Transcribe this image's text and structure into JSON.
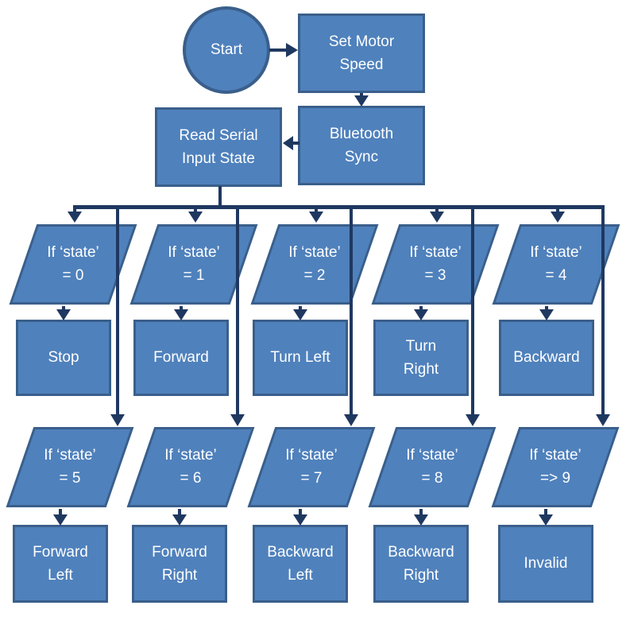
{
  "colors": {
    "shape_fill": "#4f81bc",
    "shape_border": "#3a5f8b",
    "connector": "#1f3860",
    "text": "#ffffff"
  },
  "nodes": {
    "start": "Start",
    "set_motor_speed": "Set Motor\nSpeed",
    "bluetooth_sync": "Bluetooth\nSync",
    "read_serial_input": "Read Serial\nInput State"
  },
  "branches": {
    "row1": [
      {
        "condition": "If ‘state’\n= 0",
        "action": "Stop"
      },
      {
        "condition": "If ‘state’\n= 1",
        "action": "Forward"
      },
      {
        "condition": "If ‘state’\n= 2",
        "action": "Turn Left"
      },
      {
        "condition": "If ‘state’\n= 3",
        "action": "Turn\nRight"
      },
      {
        "condition": "If ‘state’\n= 4",
        "action": "Backward"
      }
    ],
    "row2": [
      {
        "condition": "If ‘state’\n= 5",
        "action": "Forward\nLeft"
      },
      {
        "condition": "If ‘state’\n= 6",
        "action": "Forward\nRight"
      },
      {
        "condition": "If ‘state’\n= 7",
        "action": "Backward\nLeft"
      },
      {
        "condition": "If ‘state’\n= 8",
        "action": "Backward\nRight"
      },
      {
        "condition": "If ‘state’\n=> 9",
        "action": "Invalid"
      }
    ]
  }
}
